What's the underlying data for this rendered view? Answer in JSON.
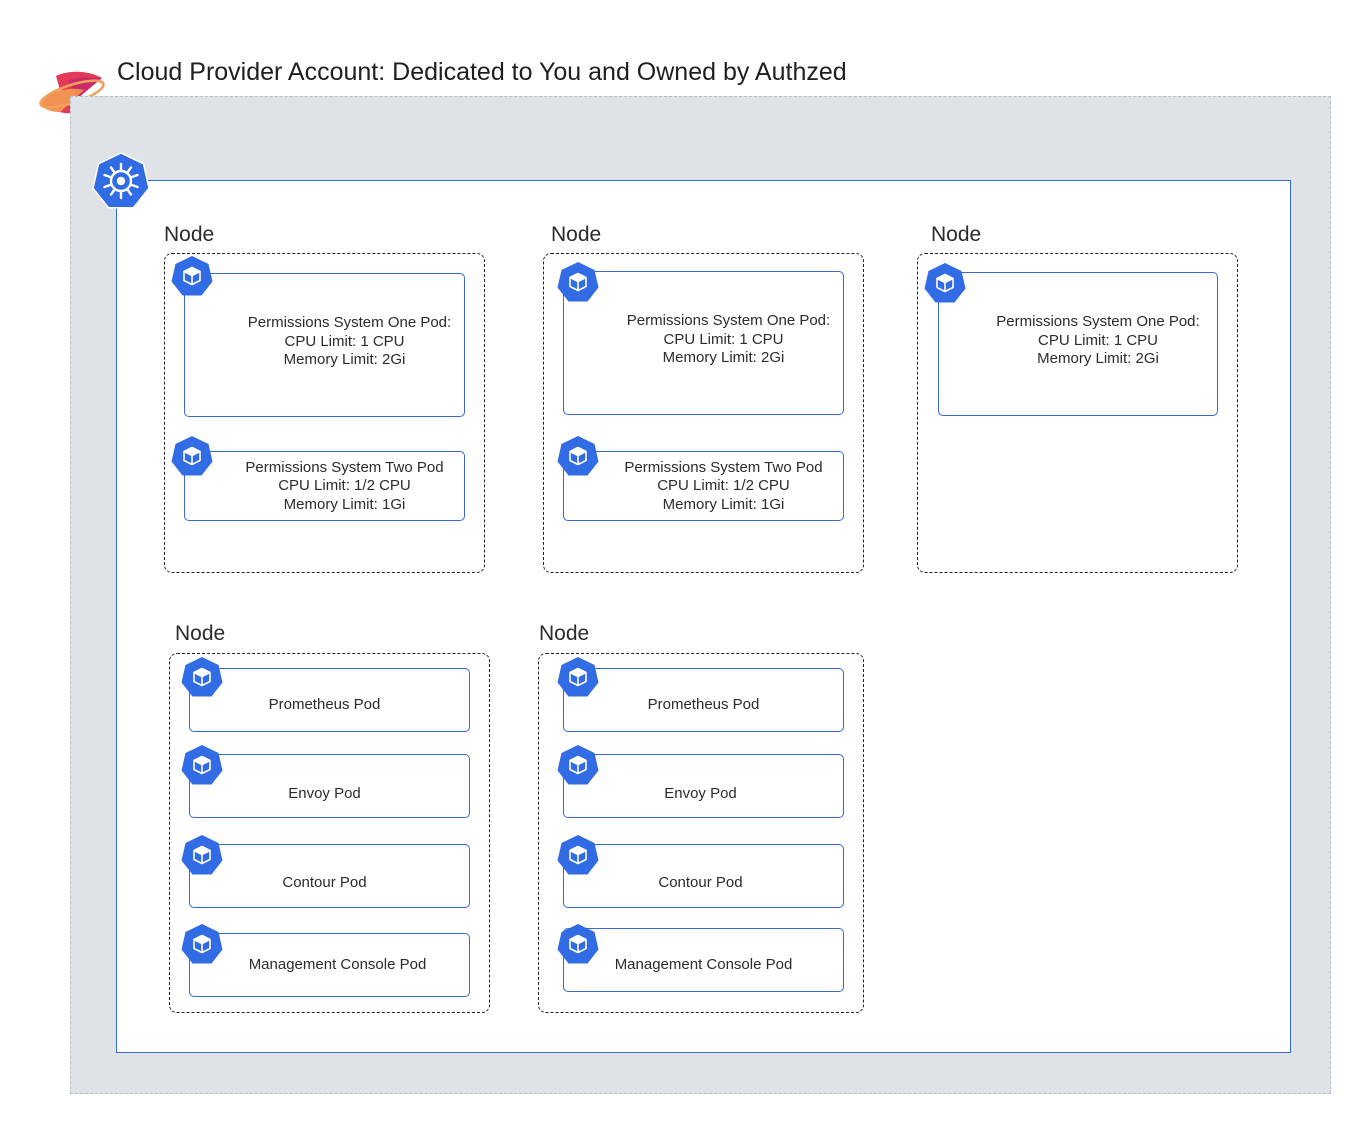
{
  "diagram": {
    "title": "Cloud Provider Account: Dedicated to You and Owned by Authzed",
    "logo_icon": "authzed-logo-icon",
    "cluster_icon": "kubernetes-icon",
    "pod_icon": "kubernetes-pod-cube-icon",
    "colors": {
      "account_background": "#dfe2e7",
      "cluster_border": "#3a67d6",
      "kubernetes_blue": "#326ce5"
    },
    "node_label": "Node",
    "pods": {
      "ps_one_line1": "Permissions System One Pod:",
      "ps_one_line2": "CPU Limit: 1 CPU",
      "ps_one_line3": "Memory Limit: 2Gi",
      "ps_two_line1": "Permissions System Two Pod",
      "ps_two_line2": "CPU Limit: 1/2 CPU",
      "ps_two_line3": "Memory Limit: 1Gi",
      "prometheus": "Prometheus Pod",
      "envoy": "Envoy Pod",
      "contour": "Contour Pod",
      "management_console": "Management Console Pod"
    }
  }
}
